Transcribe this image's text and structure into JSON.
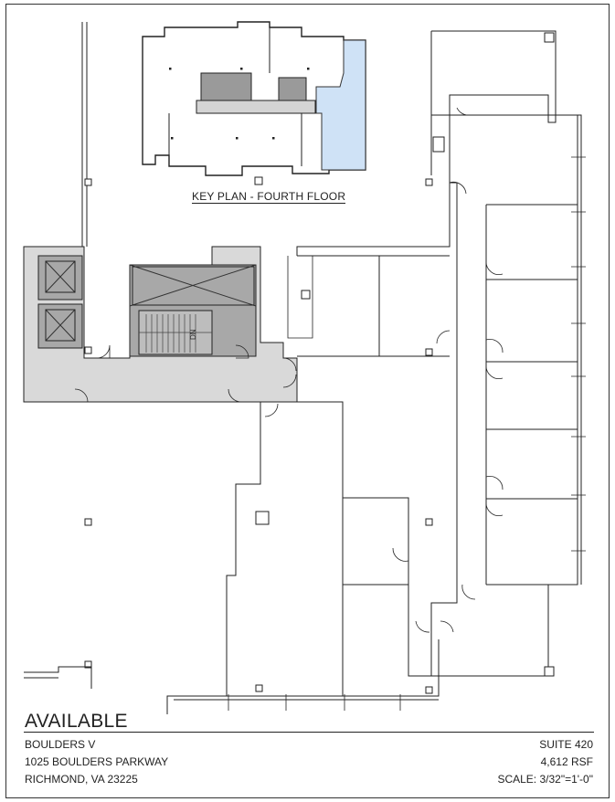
{
  "key_plan": {
    "label": "KEY PLAN - FOURTH FLOOR"
  },
  "plan": {
    "stair_label": "DN"
  },
  "footer": {
    "status": "AVAILABLE",
    "building": "BOULDERS V",
    "address": "1025 BOULDERS PARKWAY",
    "city": "RICHMOND, VA 23225",
    "suite": "SUITE 420",
    "area": "4,612 RSF",
    "scale": "SCALE: 3/32\"=1'-0\""
  },
  "colors": {
    "highlight": "#cfe2f6",
    "corridor": "#d9d9d9",
    "core": "#a8a8a8",
    "line": "#222222"
  }
}
